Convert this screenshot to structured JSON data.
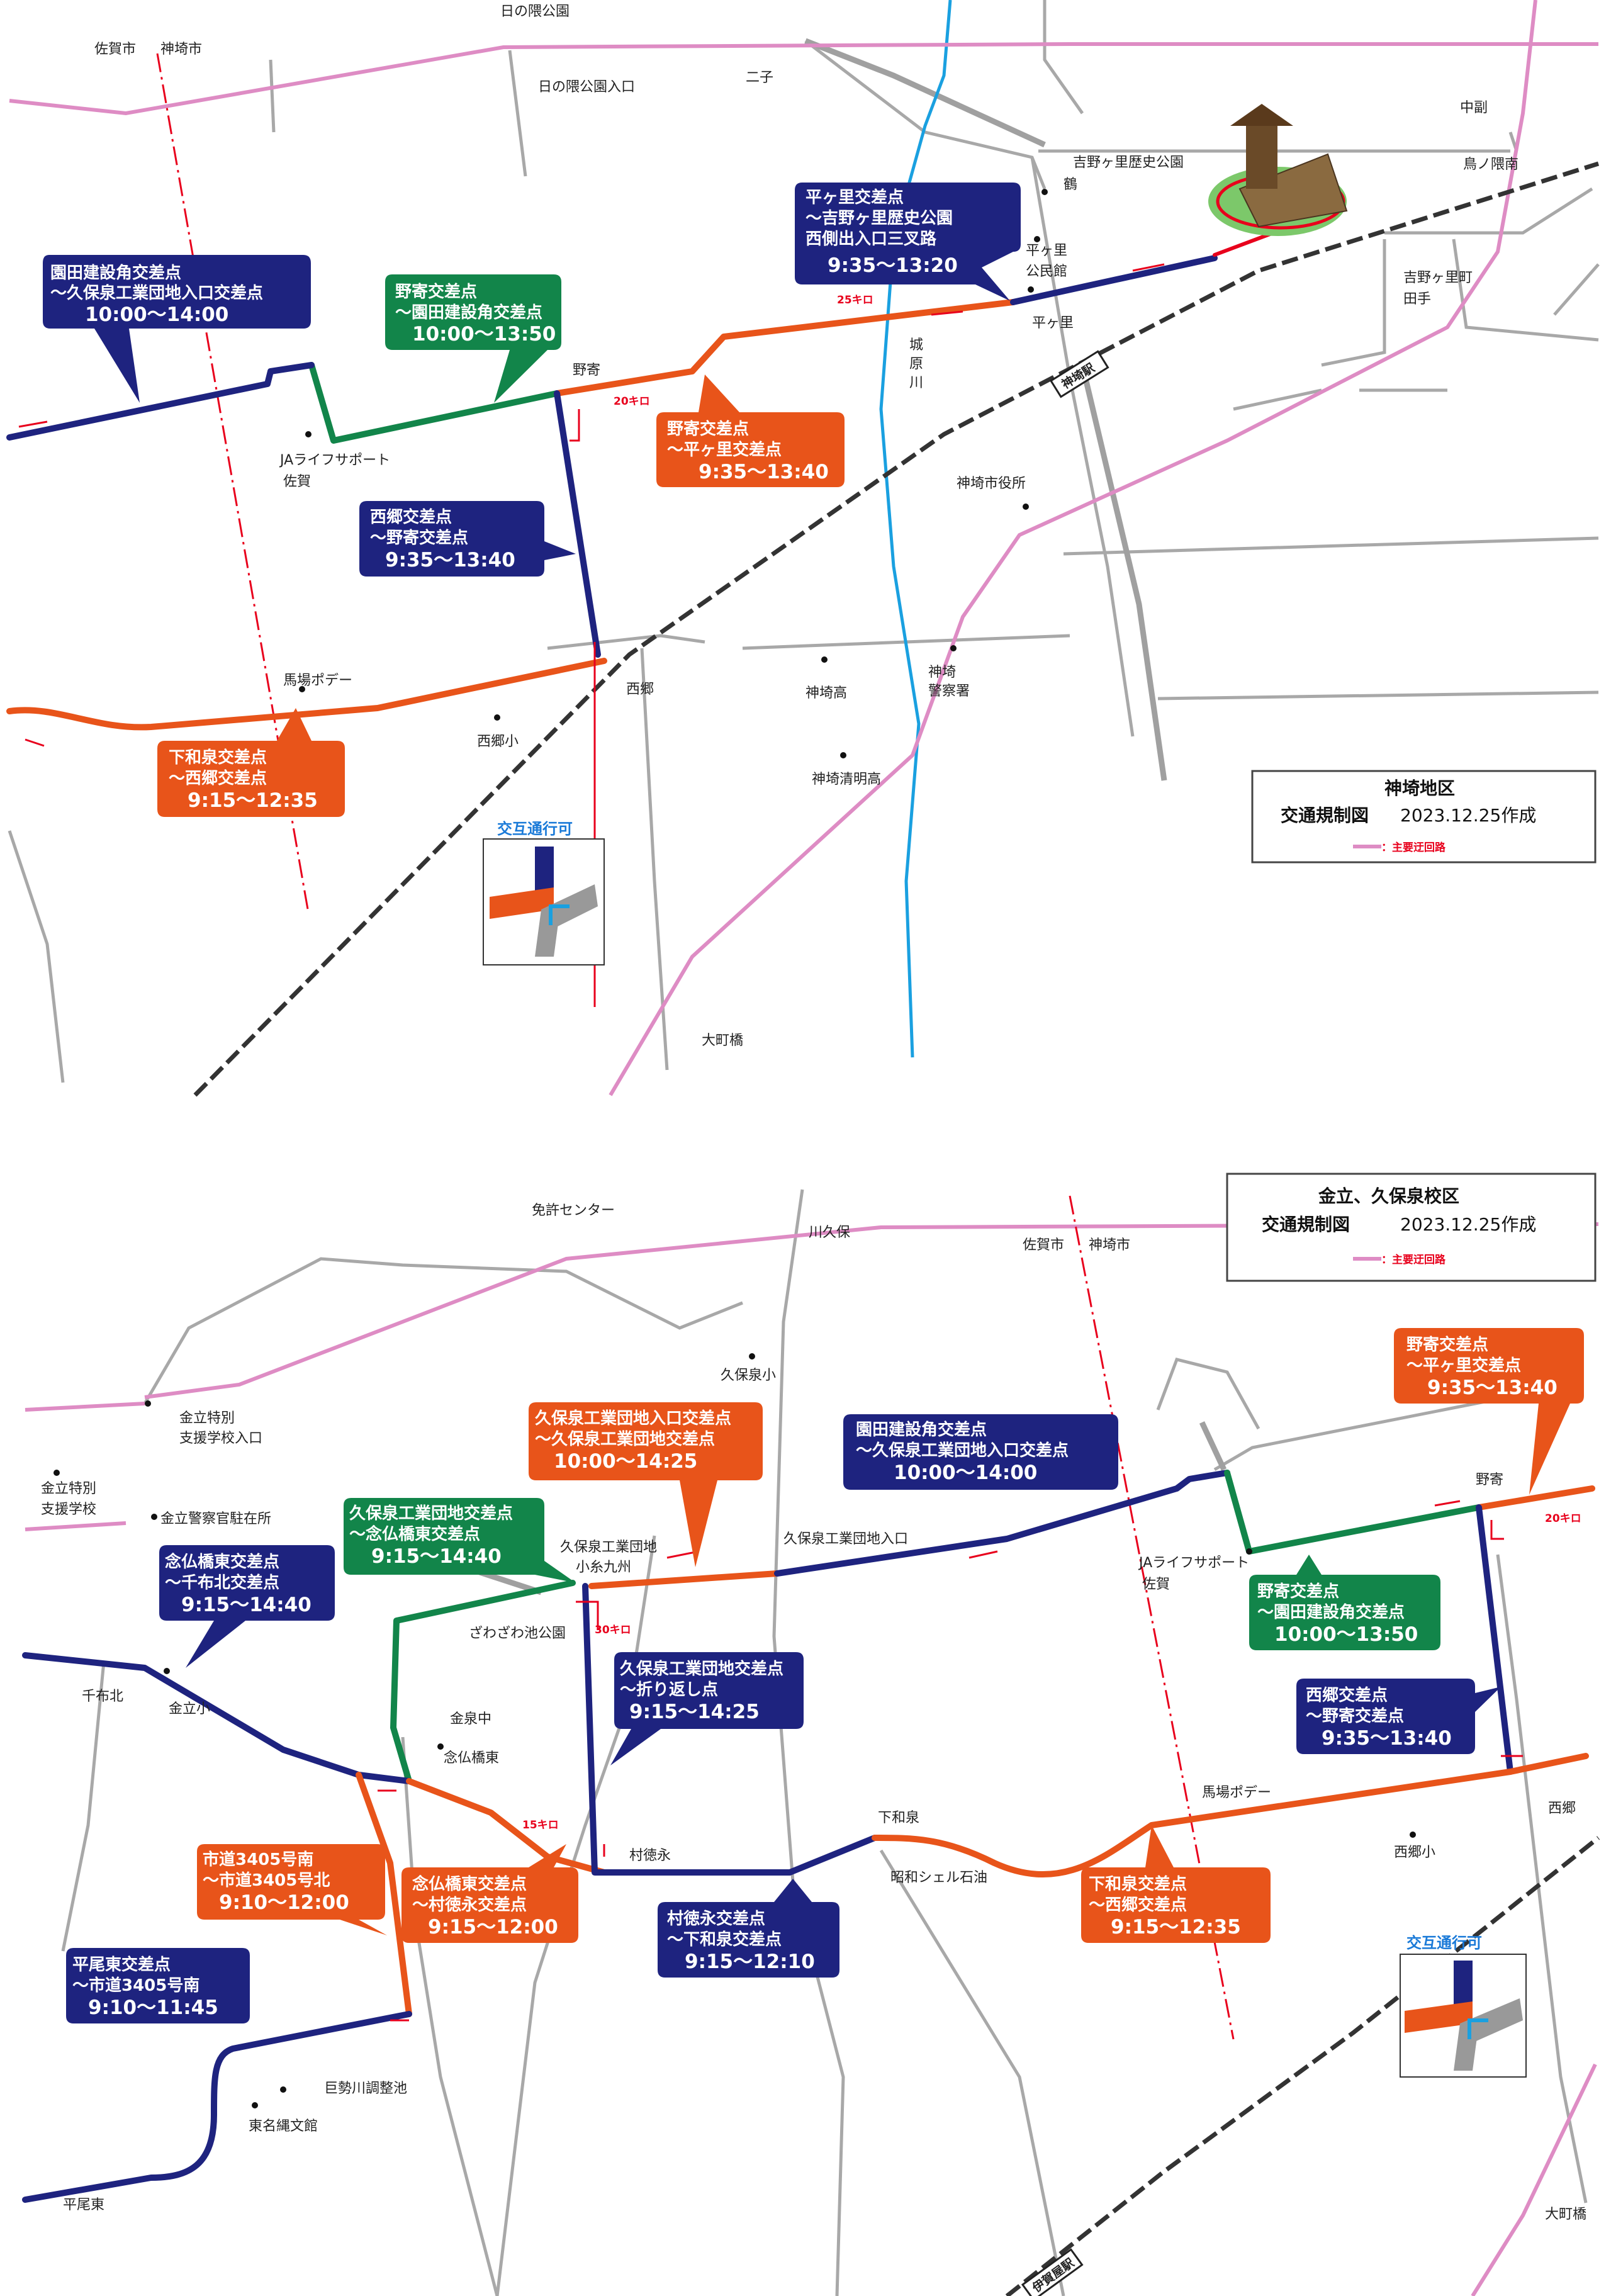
{
  "colors": {
    "orange": "#e8541a",
    "navy": "#1e237f",
    "green": "#12854a",
    "pink": "#de8cc4",
    "road": "#a8a8a8",
    "river": "#1aa0e0",
    "red": "#e8001c"
  },
  "top": {
    "labels": {
      "hinokuma_park": "日の隈公園",
      "hinokuma_entrance": "日の隈公園入口",
      "futago": "二子",
      "saga_city": "佐賀市",
      "kanzaki_city": "神埼市",
      "nakafuku": "中副",
      "yoshinogari_park": "吉野ヶ里歴史公園",
      "torinokuma": "鳥ノ隈南",
      "tsuru": "鶴",
      "yoshinogari_tade": "吉野ヶ里町\n田手",
      "hegari_hall": "平ヶ里\n公民館",
      "hegari": "平ヶ里",
      "river": "城\n原\n川",
      "nozori": "野寄",
      "ja": "JAライフサポート\n佐賀",
      "kanzaki_office": "神埼市役所",
      "kanzaki_station": "神埼駅",
      "babapote": "馬場ポデー",
      "saigo": "西郷",
      "kanzaki_high": "神埼高",
      "kanzaki_police": "神埼\n警察署",
      "saigo_elem": "西郷小",
      "kanzaki_seimei": "神埼清明高",
      "omachibashi": "大町橋",
      "alternate": "交互通行可"
    },
    "speeds": {
      "s25": "25キロ",
      "s20": "20キロ"
    },
    "boxes": [
      {
        "id": "sonoda",
        "color": "navy",
        "lines": [
          "園田建設角交差点",
          "～久保泉工業団地入口交差点"
        ],
        "time": "10:00～14:00"
      },
      {
        "id": "nozori_sonoda",
        "color": "green",
        "lines": [
          "野寄交差点",
          "～園田建設角交差点"
        ],
        "time": "10:00～13:50"
      },
      {
        "id": "hegari",
        "color": "navy",
        "lines": [
          "平ヶ里交差点",
          "～吉野ヶ里歴史公園",
          "西側出入口三叉路"
        ],
        "time": "9:35～13:20"
      },
      {
        "id": "nozori_hegari",
        "color": "orange",
        "lines": [
          "野寄交差点",
          "～平ヶ里交差点"
        ],
        "time": "9:35～13:40"
      },
      {
        "id": "saigo_nozori",
        "color": "navy",
        "lines": [
          "西郷交差点",
          "～野寄交差点"
        ],
        "time": "9:35～13:40"
      },
      {
        "id": "shimowaizumi",
        "color": "orange",
        "lines": [
          "下和泉交差点",
          "～西郷交差点"
        ],
        "time": "9:15～12:35"
      }
    ],
    "legend": {
      "title": "神埼地区",
      "subtitle": "交通規制図",
      "date": "2023.12.25作成",
      "detour": "：主要迂回路"
    }
  },
  "bottom": {
    "labels": {
      "menkyo": "免許センター",
      "kawakubo": "川久保",
      "saga_city": "佐賀市",
      "kanzaki_city": "神埼市",
      "kubo_elem": "久保泉小",
      "kanadachi_school_entrance": "金立特別\n支援学校入口",
      "kanadachi_school": "金立特別\n支援学校",
      "police_post": "金立警察官駐在所",
      "kubo_industrial": "久保泉工業団地\n小糸九州",
      "kubo_entrance": "久保泉工業団地入口",
      "ja": "JAライフサポート\n佐賀",
      "nozori": "野寄",
      "zawazawa": "ざわざわ池公園",
      "senpukita": "千布北",
      "kanadachi_elem": "金立小",
      "kanadachi_jh": "金泉中",
      "nenbutsu_east": "念仏橋東",
      "muratokunaga": "村徳永",
      "shimowaizumi": "下和泉",
      "showa_shell": "昭和シェル石油",
      "babapote": "馬場ポデー",
      "saigo": "西郷",
      "saigo_elem": "西郷小",
      "koseigawa": "巨勢川調整池",
      "higashinajomonkan": "東名縄文館",
      "hiraohigashi": "平尾東",
      "omachibashi": "大町橋",
      "iga_station": "伊賀屋駅",
      "alternate": "交互通行可"
    },
    "speeds": {
      "s30": "30キロ",
      "s15": "15キロ",
      "s20": "20キロ"
    },
    "boxes": [
      {
        "id": "kubo_entrance_box",
        "color": "orange",
        "lines": [
          "久保泉工業団地入口交差点",
          "～久保泉工業団地交差点"
        ],
        "time": "10:00～14:25"
      },
      {
        "id": "sonoda2",
        "color": "navy",
        "lines": [
          "園田建設角交差点",
          "～久保泉工業団地入口交差点"
        ],
        "time": "10:00～14:00"
      },
      {
        "id": "nozori_hegari2",
        "color": "orange",
        "lines": [
          "野寄交差点",
          "～平ヶ里交差点"
        ],
        "time": "9:35～13:40"
      },
      {
        "id": "kubo_nenbutsu",
        "color": "green",
        "lines": [
          "久保泉工業団地交差点",
          "～念仏橋東交差点"
        ],
        "time": "9:15～14:40"
      },
      {
        "id": "nenbutsu_senpu",
        "color": "navy",
        "lines": [
          "念仏橋東交差点",
          "～千布北交差点"
        ],
        "time": "9:15～14:40"
      },
      {
        "id": "kubo_return",
        "color": "navy",
        "lines": [
          "久保泉工業団地交差点",
          "～折り返し点"
        ],
        "time": "9:15～14:25"
      },
      {
        "id": "nozori_sonoda2",
        "color": "green",
        "lines": [
          "野寄交差点",
          "～園田建設角交差点"
        ],
        "time": "10:00～13:50"
      },
      {
        "id": "saigo_nozori2",
        "color": "navy",
        "lines": [
          "西郷交差点",
          "～野寄交差点"
        ],
        "time": "9:35～13:40"
      },
      {
        "id": "city3405",
        "color": "orange",
        "lines": [
          "市道3405号南",
          "～市道3405号北"
        ],
        "time": "9:10～12:00"
      },
      {
        "id": "nenbutsu_mura",
        "color": "orange",
        "lines": [
          "念仏橋東交差点",
          "～村徳永交差点"
        ],
        "time": "9:15～12:00"
      },
      {
        "id": "mura_shimo",
        "color": "navy",
        "lines": [
          "村徳永交差点",
          "～下和泉交差点"
        ],
        "time": "9:15～12:10"
      },
      {
        "id": "shimowaizumi2",
        "color": "orange",
        "lines": [
          "下和泉交差点",
          "～西郷交差点"
        ],
        "time": "9:15～12:35"
      },
      {
        "id": "hirao",
        "color": "navy",
        "lines": [
          "平尾東交差点",
          "～市道3405号南"
        ],
        "time": "9:10～11:45"
      }
    ],
    "legend": {
      "title": "金立、久保泉校区",
      "subtitle": "交通規制図",
      "date": "2023.12.25作成",
      "detour": "：主要迂回路"
    }
  }
}
